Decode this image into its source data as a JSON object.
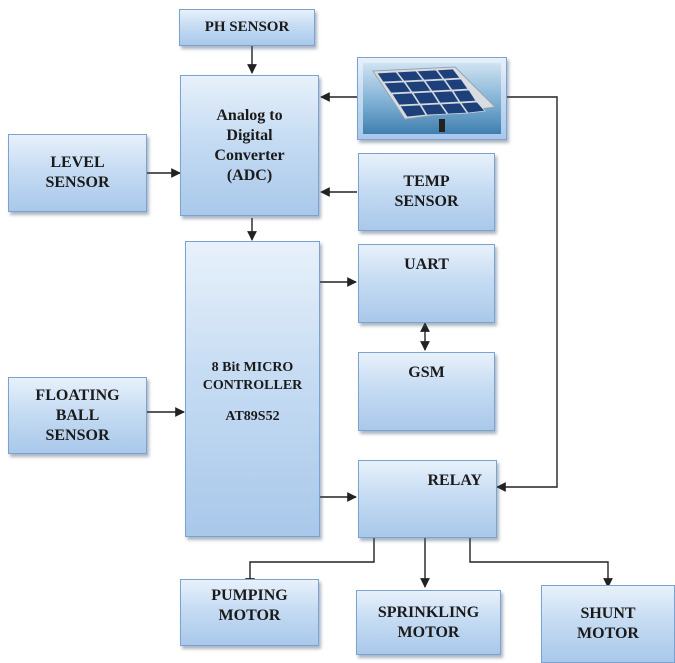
{
  "blocks": {
    "ph_sensor": [
      "PH SENSOR"
    ],
    "adc": [
      "Analog to",
      "Digital",
      "Converter",
      "(ADC)"
    ],
    "level_sensor": [
      "LEVEL",
      "SENSOR"
    ],
    "temp_sensor": [
      "TEMP",
      "SENSOR"
    ],
    "uart": [
      "UART"
    ],
    "gsm": [
      "GSM"
    ],
    "floating_ball_sensor": [
      "FLOATING",
      "BALL",
      "SENSOR"
    ],
    "microcontroller": [
      "8 Bit MICRO",
      "CONTROLLER",
      "",
      "AT89S52"
    ],
    "relay": [
      "RELAY"
    ],
    "pumping_motor": [
      "PUMPING",
      "MOTOR"
    ],
    "sprinkling_motor": [
      "SPRINKLING",
      "MOTOR"
    ],
    "shunt_motor": [
      "SHUNT",
      "MOTOR"
    ]
  },
  "colors": {
    "block_fill_top": "#e8f1fb",
    "block_fill_bottom": "#a9c8ea",
    "block_border": "#7aa3cf",
    "connector": "#222222",
    "solar_sky": "#3f7fae",
    "solar_cell": "#1d3f7a"
  },
  "icons": {
    "solar_panel": "solar-panel-icon"
  }
}
